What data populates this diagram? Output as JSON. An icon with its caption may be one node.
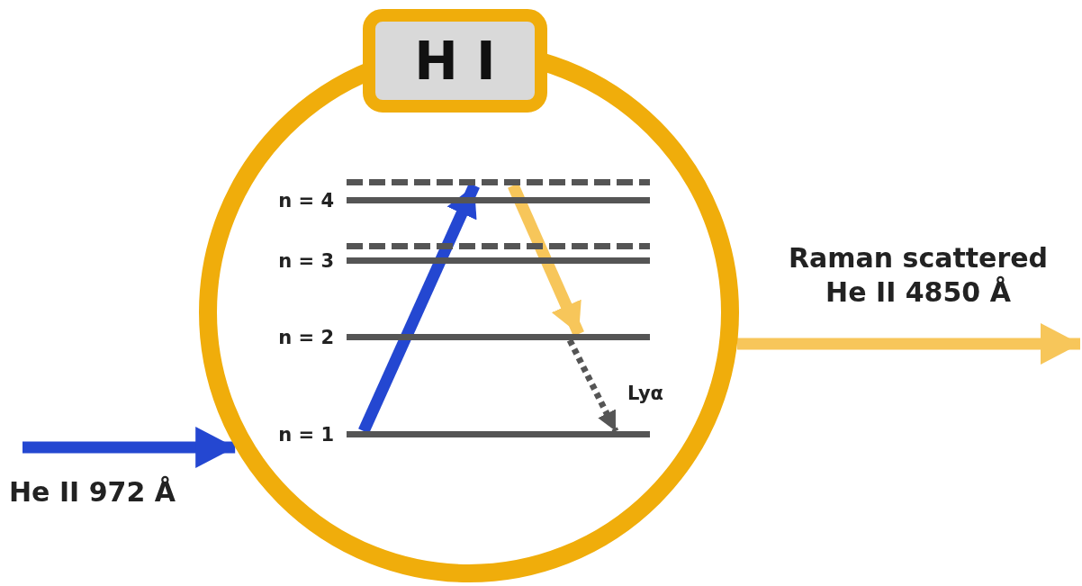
{
  "diagram": {
    "nodes": [
      {
        "text": [],
        "shape": "circle"
      },
      {
        "text": [
          "H I"
        ]
      },
      {
        "text": [],
        "shape": "line",
        "in": 0
      },
      {
        "text": [
          "n = 4"
        ],
        "in": 0
      },
      {
        "text": [],
        "shape": "line",
        "in": 0
      },
      {
        "text": [
          "n = 3"
        ],
        "in": 0
      },
      {
        "text": [
          "n = 2"
        ],
        "in": 0
      },
      {
        "text": [
          "n = 1"
        ],
        "in": 0
      }
    ],
    "edges": [
      {
        "from": null,
        "to": 0,
        "arrow": "to",
        "label": "He II 972 Å",
        "color": "#2447d1"
      },
      {
        "from": 7,
        "to": 2,
        "arrow": "to",
        "color": "#2447d1"
      },
      {
        "from": 2,
        "to": 6,
        "arrow": "to",
        "color": "#f7c65a"
      },
      {
        "from": 6,
        "to": 7,
        "arrow": "to",
        "label": "Lyα",
        "style": "dashed",
        "color": "#555555"
      },
      {
        "from": 0,
        "to": null,
        "arrow": "to",
        "label": "Raman scattered He II 4850 Å",
        "color": "#f7c65a"
      }
    ]
  }
}
